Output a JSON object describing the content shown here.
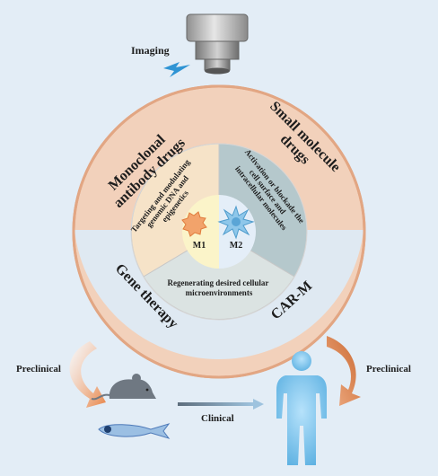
{
  "imaging": {
    "label": "Imaging"
  },
  "ring": {
    "top_left": [
      "Monoclonal",
      "antibody drugs"
    ],
    "top_right": [
      "Small molecule",
      "drugs"
    ],
    "bottom_left": "Gene therapy",
    "bottom_right": "CAR-M"
  },
  "inner": {
    "left": [
      "Targeting and modulating",
      "genomic DNA and",
      "epigenetics"
    ],
    "right": [
      "Activation or blockade the",
      "cell surface and",
      "intracellular molecules"
    ],
    "bottom": [
      "Regenerating desired cellular",
      "microenvironments"
    ]
  },
  "macrophages": {
    "m1": "M1",
    "m2": "M2"
  },
  "flow": {
    "preclinical_left": "Preclinical",
    "preclinical_right": "Preclinical",
    "clinical": "Clinical"
  },
  "colors": {
    "background": "#e3edf6",
    "ring_outer": "#f2d1bb",
    "ring_lower": "#dfe9f2",
    "quadrant_left": "#f6e3c8",
    "quadrant_right": "#b5c8cc",
    "quadrant_bottom": "#dbe3e2",
    "m1_bg": "#fbf4c9",
    "m2_bg": "#e4eef8",
    "human": "#7cc2ea"
  }
}
